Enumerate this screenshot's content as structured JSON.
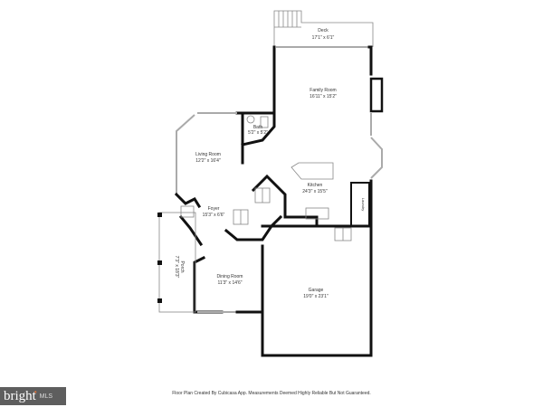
{
  "rooms": [
    {
      "name": "Deck",
      "size": "17'1\" x 6'1\""
    },
    {
      "name": "Family Room",
      "size": "16'11\" x 15'2\""
    },
    {
      "name": "Bath",
      "size": "5'2\" x 5'2\""
    },
    {
      "name": "Living Room",
      "size": "12'2\" x 16'4\""
    },
    {
      "name": "Kitchen",
      "size": "24'3\" x 15'5\""
    },
    {
      "name": "Foyer",
      "size": "15'3\" x 6'6\""
    },
    {
      "name": "Porch",
      "size": "7'3\" x 18'3\""
    },
    {
      "name": "Dining Room",
      "size": "11'3\" x 14'6\""
    },
    {
      "name": "Garage",
      "size": "19'0\" x 23'1\""
    },
    {
      "name": "Laundry",
      "size": ""
    }
  ],
  "footer": {
    "disclaimer": "Floor Plan Created By Cubicasa App. Measurements Deemed Highly Reliable But Not Guaranteed."
  },
  "logo": {
    "brand": "bright",
    "suffix": "MLS",
    "accent": "#e8743b"
  }
}
